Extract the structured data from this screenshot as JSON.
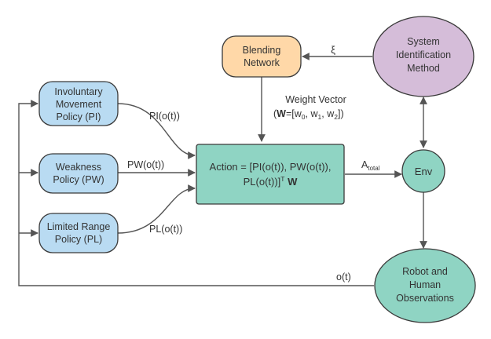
{
  "nodes": {
    "blending": {
      "line1": "Blending",
      "line2": "Network",
      "fill": "#ffd8a8"
    },
    "sysid": {
      "line1": "System",
      "line2": "Identification",
      "line3": "Method",
      "fill": "#d5bdd9"
    },
    "involuntary": {
      "line1": "Involuntary",
      "line2": "Movement",
      "line3": "Policy (PI)",
      "fill": "#b9dbf2"
    },
    "weakness": {
      "line1": "Weakness",
      "line2": "Policy (PW)",
      "fill": "#b9dbf2"
    },
    "limited": {
      "line1": "Limited Range",
      "line2": "Policy (PL)",
      "fill": "#b9dbf2"
    },
    "action": {
      "line1": "Action = [PI(o(t)), PW(o(t)),",
      "line2_main": "PL(o(t))]",
      "line2_sup": "T",
      "line2_bold": "W",
      "fill": "#8fd4c3"
    },
    "env": {
      "label": "Env",
      "fill": "#8fd4c3"
    },
    "robot": {
      "line1": "Robot and",
      "line2": "Human",
      "line3": "Observations",
      "fill": "#8fd4c3"
    }
  },
  "edge_labels": {
    "xi": "ξ",
    "pi": "PI(o(t))",
    "pw": "PW(o(t))",
    "pl": "PL(o(t))",
    "ot": "o(t)",
    "a_total_main": "A",
    "a_total_sub": "total"
  },
  "weight_vector": {
    "line1": "Weight Vector",
    "open": "(",
    "bold_w": "W",
    "eq": "=[w",
    "sub0": "0",
    "sep1": ", w",
    "sub1": "1",
    "sep2": ", w",
    "sub2": "2",
    "close": "])"
  },
  "colors": {
    "edge": "#555555",
    "text": "#333333",
    "border": "#3a3a3a"
  }
}
